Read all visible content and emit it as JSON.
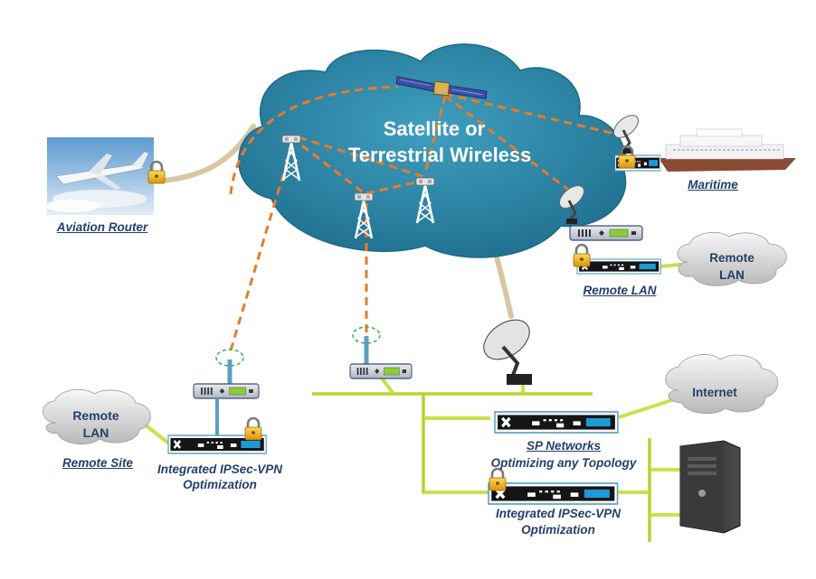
{
  "cloud": {
    "line1": "Satellite or",
    "line2": "Terrestrial Wireless"
  },
  "labels": {
    "aviation": "Aviation Router",
    "maritime": "Maritime",
    "remote_lan_right": "Remote LAN",
    "remote_site": "Remote Site",
    "ipsec_left_1": "Integrated IPSec-VPN",
    "ipsec_left_2": "Optimization",
    "sp_networks": "SP Networks",
    "sp_optimizing": "Optimizing any Topology",
    "ipsec_bottom_1": "Integrated IPSec-VPN",
    "ipsec_bottom_2": "Optimization"
  },
  "clouds": {
    "remote_lan_right": {
      "line1": "Remote",
      "line2": "LAN"
    },
    "remote_lan_left": {
      "line1": "Remote",
      "line2": "LAN"
    },
    "internet": "Internet"
  },
  "colors": {
    "cloud_fill": "#2e86a6",
    "link_orange": "#e87b29",
    "link_beige": "#d9c7a3",
    "lan_green": "#cbe14b",
    "label_text": "#243f6b",
    "lock_gold": "#f2b51c"
  },
  "icons": [
    "satellite-icon",
    "cell-tower-icon",
    "satellite-dish-icon",
    "padlock-icon",
    "wan-optimizer-icon",
    "modem-icon",
    "server-icon",
    "airplane-photo",
    "ship-photo"
  ]
}
